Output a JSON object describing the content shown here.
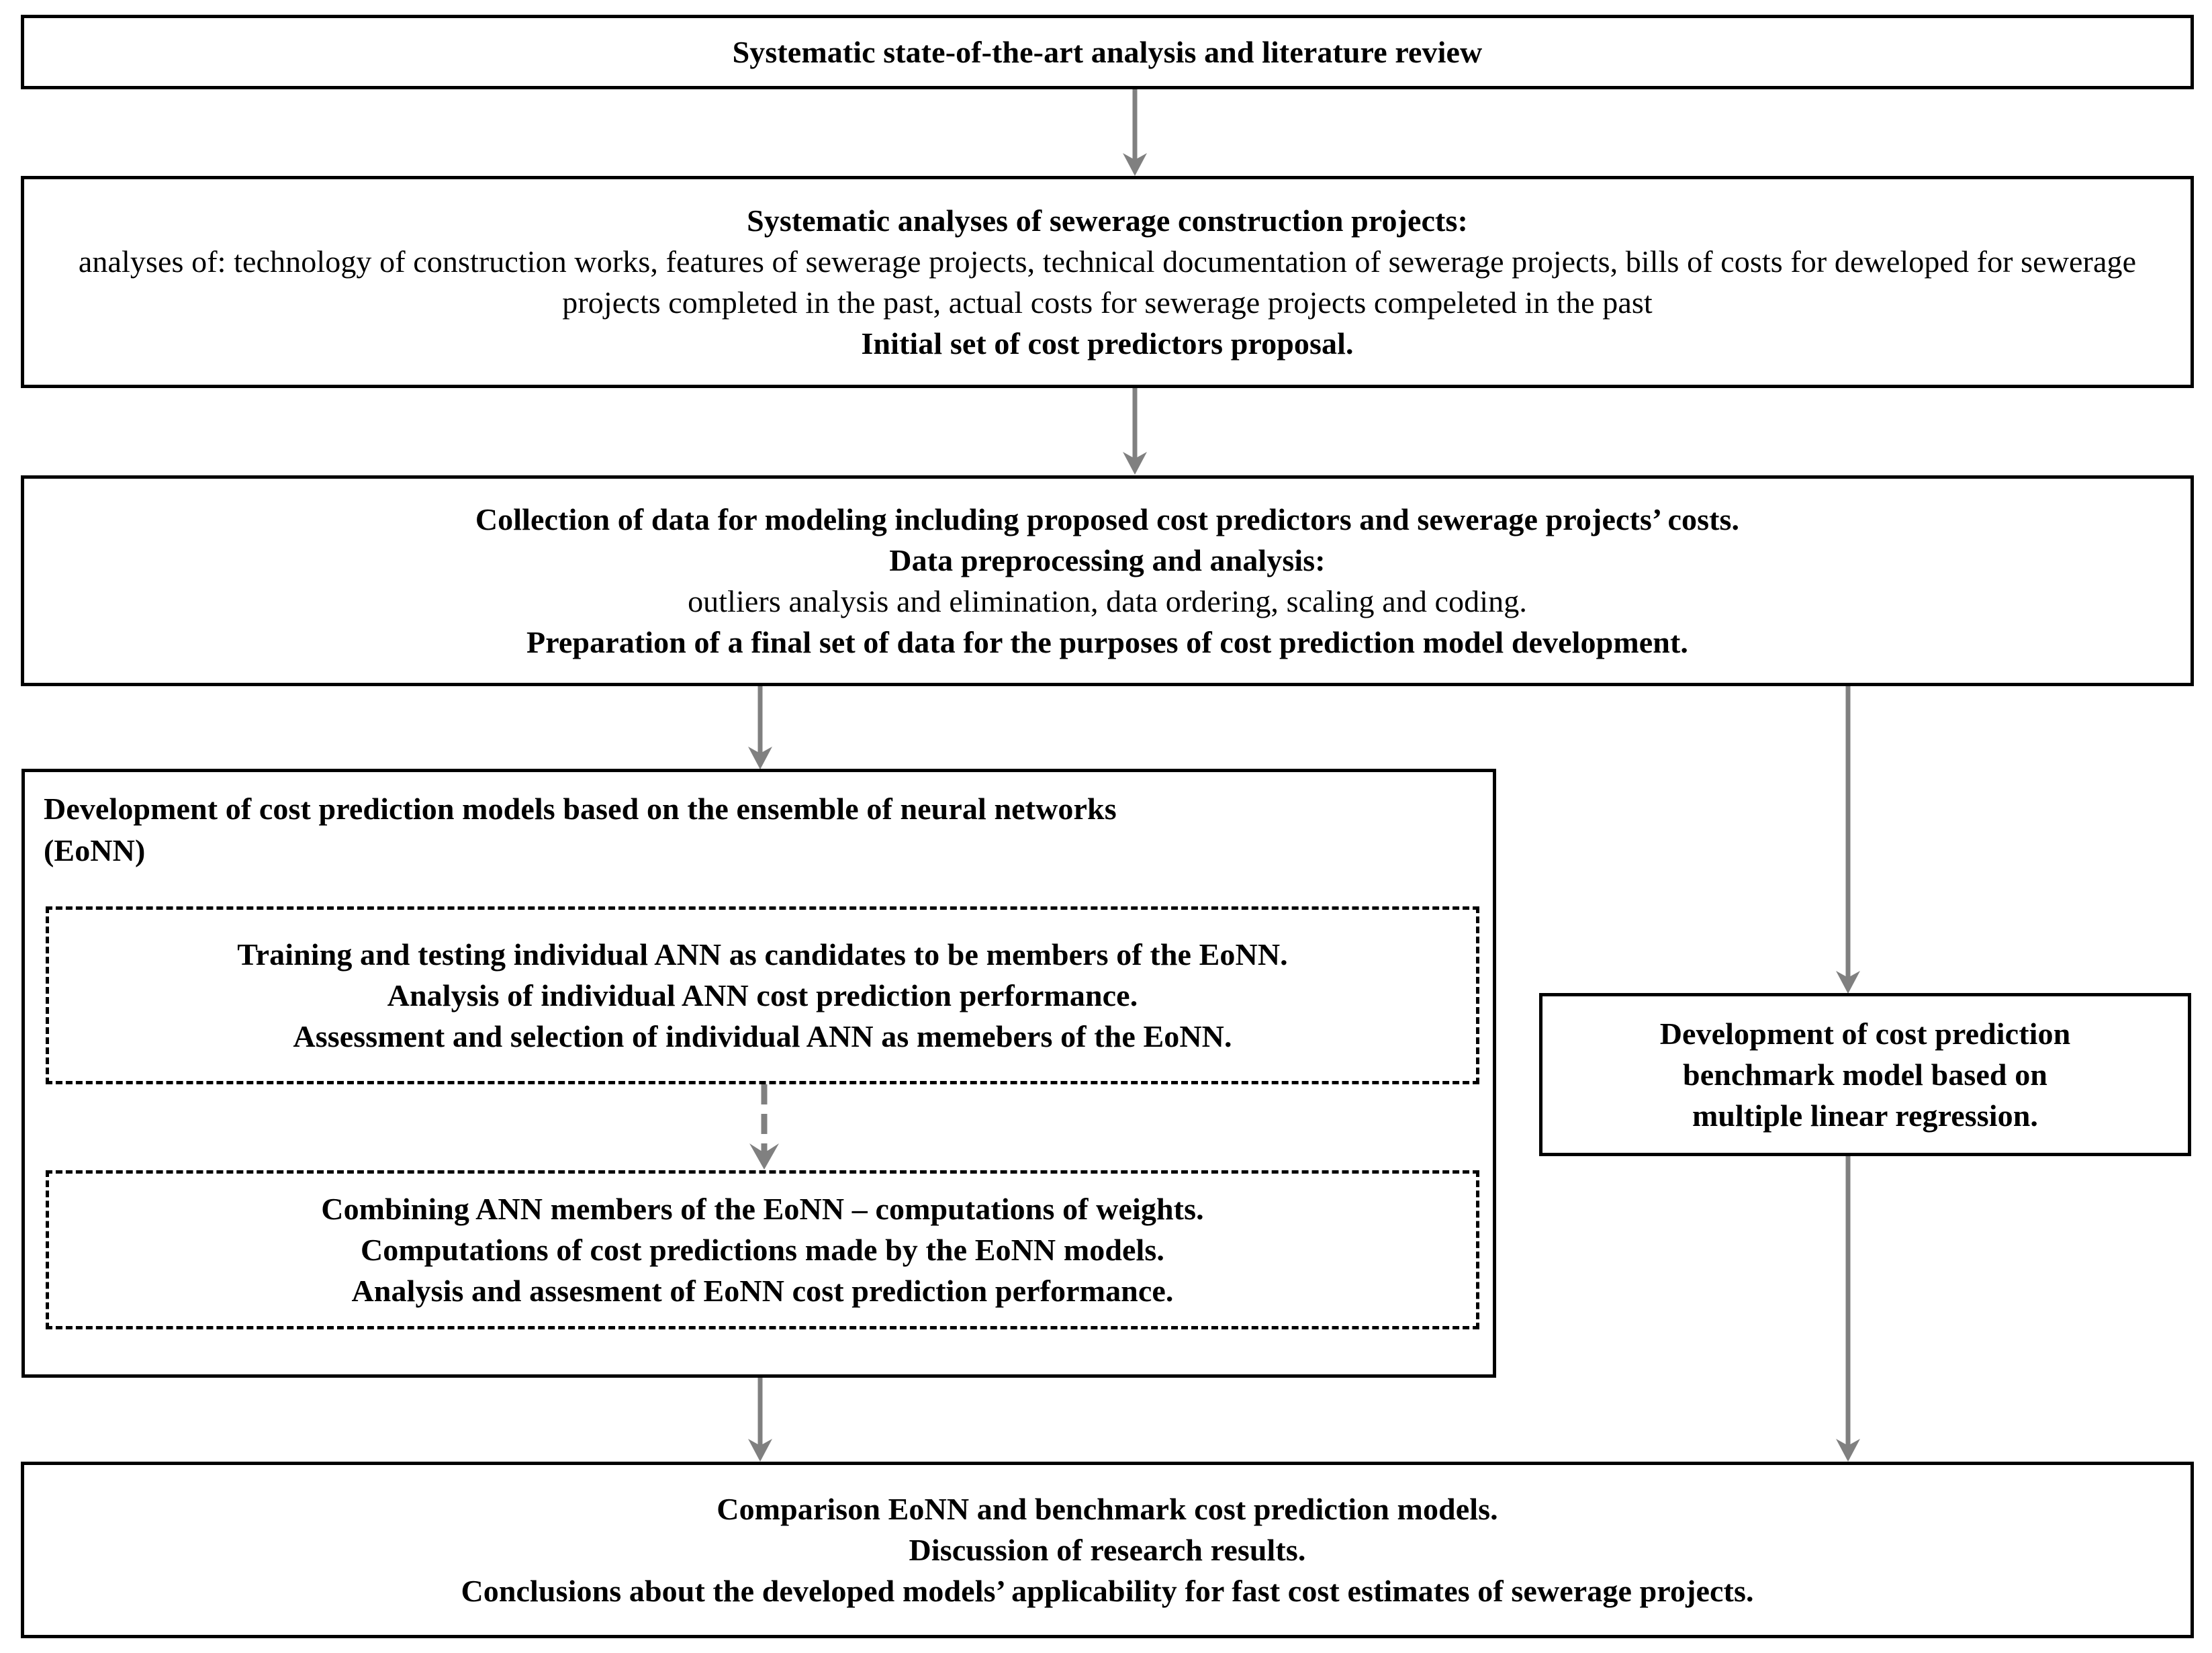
{
  "diagram": {
    "title": "Research methodology flowchart for sewerage project cost prediction",
    "arrow_color": "#808080",
    "border_color": "#000000",
    "background": "#ffffff"
  },
  "nodes": {
    "literature_review": {
      "lines": [
        {
          "text": "Systematic state-of-the-art analysis and literature review",
          "bold": true
        }
      ]
    },
    "systematic_analyses": {
      "lines": [
        {
          "text": "Systematic analyses of sewerage construction projects:",
          "bold": true
        },
        {
          "text": "analyses of: technology of construction works, features of sewerage projects, technical documentation of sewerage projects, bills of costs for deweloped for sewerage projects completed in the past, actual costs for sewerage projects compeleted in the past",
          "bold": false
        },
        {
          "text": "Initial set of cost predictors proposal.",
          "bold": true
        }
      ]
    },
    "data_collection": {
      "lines": [
        {
          "text": "Collection of data for modeling including proposed cost predictors and sewerage projects’ costs.",
          "bold": true
        },
        {
          "text": "Data preprocessing and analysis:",
          "bold": true
        },
        {
          "text": "outliers analysis and elimination, data ordering, scaling and coding.",
          "bold": false
        },
        {
          "text": "Preparation of a final set of data for the purposes of cost prediction model development.",
          "bold": true
        }
      ]
    },
    "eonn_development": {
      "heading": [
        {
          "text": "Development of cost prediction models based on the ensemble of neural networks",
          "bold": true
        },
        {
          "text": "(EoNN)",
          "bold": true
        }
      ],
      "sub_blocks": [
        {
          "id": "ann-training",
          "lines": [
            {
              "text": "Training and testing individual ANN as candidates to be members of the EoNN.",
              "bold": true
            },
            {
              "text": "Analysis of individual ANN cost prediction performance.",
              "bold": true
            },
            {
              "text": "Assessment and selection of individual ANN as memebers of the EoNN.",
              "bold": true
            }
          ]
        },
        {
          "id": "ann-combining",
          "lines": [
            {
              "text": "Combining ANN members of the EoNN – computations of weights.",
              "bold": true
            },
            {
              "text": "Computations of cost predictions made by the EoNN models.",
              "bold": true
            },
            {
              "text": "Analysis and assesment of EoNN cost prediction performance.",
              "bold": true
            }
          ]
        }
      ]
    },
    "benchmark_model": {
      "lines": [
        {
          "text": "Development of cost prediction",
          "bold": true
        },
        {
          "text": "benchmark model based on",
          "bold": true
        },
        {
          "text": "multiple linear regression.",
          "bold": true
        }
      ]
    },
    "conclusions": {
      "lines": [
        {
          "text": "Comparison EoNN and benchmark cost prediction models.",
          "bold": true
        },
        {
          "text": "Discussion of research results.",
          "bold": true
        },
        {
          "text": "Conclusions about the developed models’ applicability for fast cost estimates of sewerage projects.",
          "bold": true
        }
      ]
    }
  },
  "edges": [
    {
      "id": "lit-to-analyses",
      "from": "literature_review",
      "to": "systematic_analyses",
      "style": "solid"
    },
    {
      "id": "analyses-to-data",
      "from": "systematic_analyses",
      "to": "data_collection",
      "style": "solid"
    },
    {
      "id": "data-to-eonn",
      "from": "data_collection",
      "to": "eonn_development",
      "style": "solid"
    },
    {
      "id": "data-to-benchmark",
      "from": "data_collection",
      "to": "benchmark_model",
      "style": "solid"
    },
    {
      "id": "training-to-combining",
      "from": "ann-training",
      "to": "ann-combining",
      "style": "dashed"
    },
    {
      "id": "eonn-to-conclusions",
      "from": "eonn_development",
      "to": "conclusions",
      "style": "solid"
    },
    {
      "id": "benchmark-to-conclusions",
      "from": "benchmark_model",
      "to": "conclusions",
      "style": "solid"
    }
  ]
}
